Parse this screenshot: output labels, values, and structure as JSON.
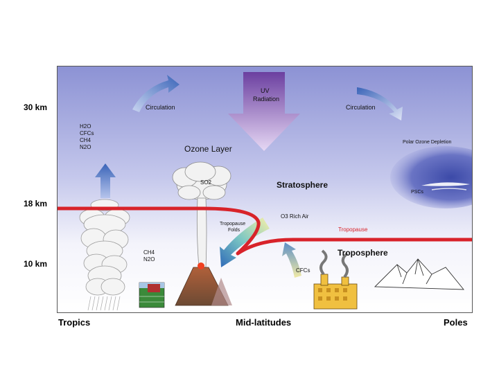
{
  "altitudes": {
    "a30": "30 km",
    "a18": "18 km",
    "a10": "10 km"
  },
  "regions": {
    "tropics": "Tropics",
    "midlat": "Mid-latitudes",
    "poles": "Poles"
  },
  "labels": {
    "circulation_left": "Circulation",
    "circulation_right": "Circulation",
    "uv_line1": "UV",
    "uv_line2": "Radiation",
    "ozone_layer": "Ozone Layer",
    "polar_ozone": "Polar Ozone Depletion",
    "stratosphere": "Stratosphere",
    "troposphere": "Troposphere",
    "tropopause": "Tropopause",
    "o3_rich_air": "O3 Rich Air",
    "tropopause_folds_1": "Tropopause",
    "tropopause_folds_2": "Folds",
    "pscs": "PSCs",
    "cfcs_bottom": "CFCs",
    "so2": "SO2",
    "tropics_gases": [
      "H2O",
      "CFCs",
      "CH4",
      "N2O"
    ],
    "midlat_gases": [
      "CH4",
      "N2O"
    ]
  },
  "colors": {
    "sky_top": "#8f95d6",
    "sky_bottom": "#ffffff",
    "tropopause_line": "#d8232a",
    "arrow_blue": "#3f6fc0",
    "uv_arrow": "#9a6cc8",
    "volcano": "#8a5a3c"
  }
}
